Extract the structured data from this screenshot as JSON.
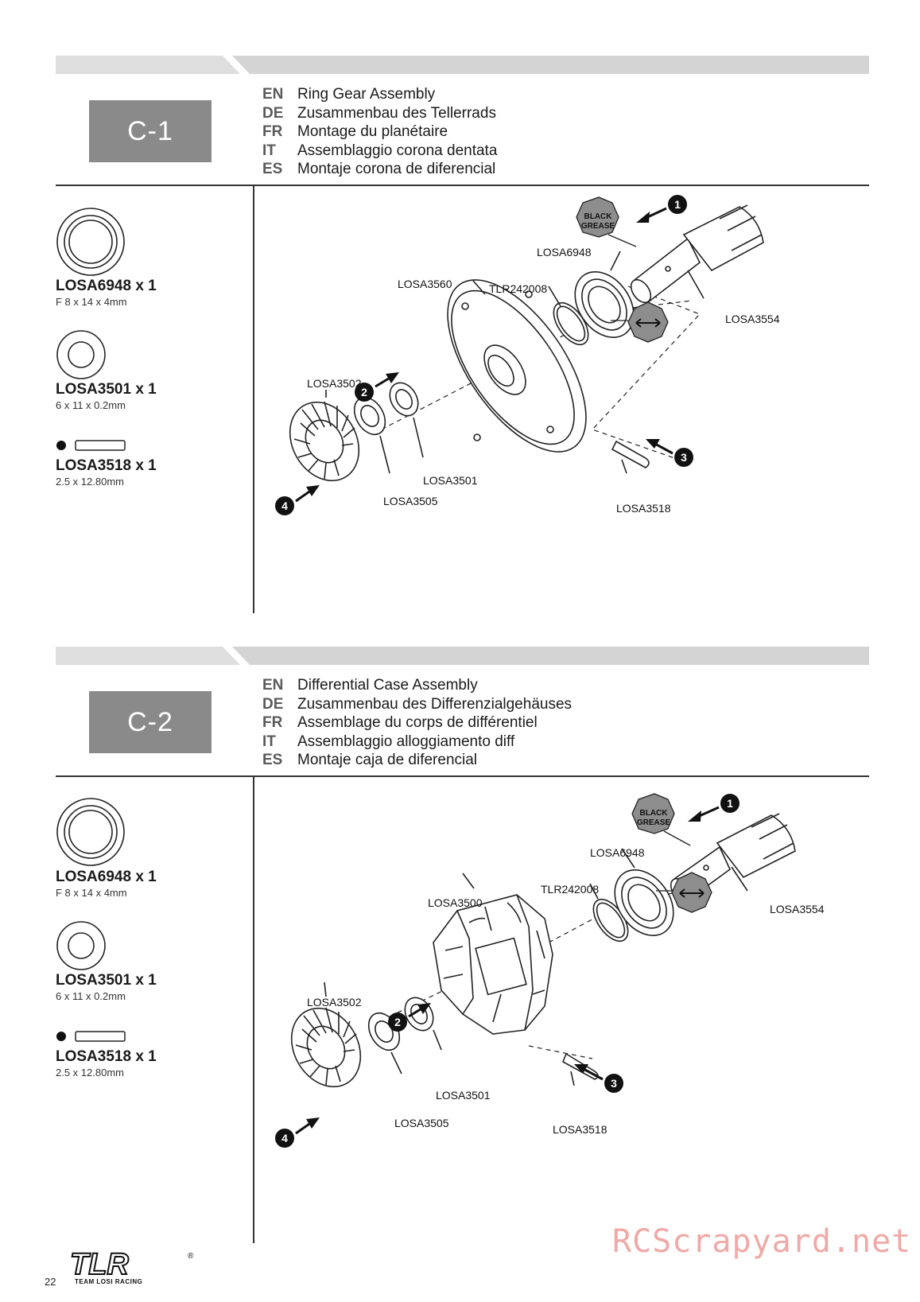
{
  "sections": [
    {
      "step": "C-1",
      "titles": [
        {
          "code": "EN",
          "text": "Ring Gear Assembly"
        },
        {
          "code": "DE",
          "text": "Zusammenbau des Tellerrads"
        },
        {
          "code": "FR",
          "text": "Montage du planétaire"
        },
        {
          "code": "IT",
          "text": "Assemblaggio corona dentata"
        },
        {
          "code": "ES",
          "text": "Montaje corona de diferencial"
        }
      ],
      "parts": [
        {
          "number": "LOSA6948 x 1",
          "size": "F 8 x 14 x 4mm"
        },
        {
          "number": "LOSA3501 x 1",
          "size": "6 x 11 x 0.2mm"
        },
        {
          "number": "LOSA3518 x 1",
          "size": "2.5 x 12.80mm"
        }
      ],
      "callouts": {
        "losa6948": "LOSA6948",
        "losa3560": "LOSA3560",
        "tlr242008": "TLR242008",
        "losa3554": "LOSA3554",
        "losa3502": "LOSA3502",
        "losa3501": "LOSA3501",
        "losa3505": "LOSA3505",
        "losa3518": "LOSA3518",
        "grease_1": "BLACK",
        "grease_2": "GREASE",
        "step1": "1",
        "step2": "2",
        "step3": "3",
        "step4": "4"
      }
    },
    {
      "step": "C-2",
      "titles": [
        {
          "code": "EN",
          "text": "Differential Case Assembly"
        },
        {
          "code": "DE",
          "text": "Zusammenbau  des Differenzialgehäuses"
        },
        {
          "code": "FR",
          "text": "Assemblage du corps de différentiel"
        },
        {
          "code": "IT",
          "text": "Assemblaggio alloggiamento diff"
        },
        {
          "code": "ES",
          "text": "Montaje caja de diferencial"
        }
      ],
      "parts": [
        {
          "number": "LOSA6948 x 1",
          "size": "F 8 x 14 x 4mm"
        },
        {
          "number": "LOSA3501 x 1",
          "size": "6 x 11 x 0.2mm"
        },
        {
          "number": "LOSA3518 x 1",
          "size": "2.5 x 12.80mm"
        }
      ],
      "callouts": {
        "losa6948": "LOSA6948",
        "losa3500": "LOSA3500",
        "tlr242008": "TLR242008",
        "losa3554": "LOSA3554",
        "losa3502": "LOSA3502",
        "losa3501": "LOSA3501",
        "losa3505": "LOSA3505",
        "losa3518": "LOSA3518",
        "grease_1": "BLACK",
        "grease_2": "GREASE",
        "step1": "1",
        "step2": "2",
        "step3": "3",
        "step4": "4"
      }
    }
  ],
  "footer": {
    "page_number": "22",
    "logo_mark": "TLR",
    "logo_sub": "TEAM LOSI RACING",
    "registered": "®",
    "watermark": "RCScrapyard.net"
  },
  "colors": {
    "step_box": "#8a8a8a",
    "band": "#dedede",
    "watermark": "#f0a9a6"
  }
}
